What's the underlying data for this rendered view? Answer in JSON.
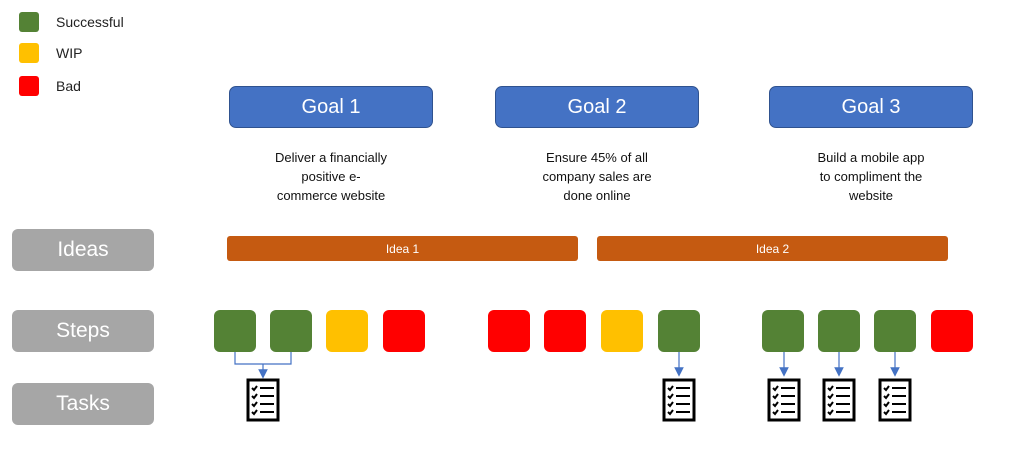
{
  "legend": [
    {
      "label": "Successful",
      "color": "#548235"
    },
    {
      "label": "WIP",
      "color": "#FFC000"
    },
    {
      "label": "Bad",
      "color": "#FF0000"
    }
  ],
  "goals": [
    {
      "title": "Goal 1",
      "desc1": "Deliver a financially",
      "desc2": "positive e-",
      "desc3": "commerce website"
    },
    {
      "title": "Goal 2",
      "desc1": "Ensure 45% of all",
      "desc2": "company sales are",
      "desc3": "done online"
    },
    {
      "title": "Goal 3",
      "desc1": "Build a mobile app",
      "desc2": "to compliment the",
      "desc3": "website"
    }
  ],
  "rows": {
    "ideas": "Ideas",
    "steps": "Steps",
    "tasks": "Tasks"
  },
  "ideas": [
    {
      "label": "Idea 1"
    },
    {
      "label": "Idea 2"
    }
  ],
  "steps": [
    {
      "status": "successful"
    },
    {
      "status": "successful"
    },
    {
      "status": "wip"
    },
    {
      "status": "bad"
    },
    {
      "status": "bad"
    },
    {
      "status": "bad"
    },
    {
      "status": "wip"
    },
    {
      "status": "successful"
    },
    {
      "status": "successful"
    },
    {
      "status": "successful"
    },
    {
      "status": "successful"
    },
    {
      "status": "bad"
    }
  ],
  "colors": {
    "successful": "#548235",
    "wip": "#FFC000",
    "bad": "#FF0000",
    "goal": "#4472C4",
    "idea": "#C55A11",
    "row_label": "#A6A6A6",
    "connector": "#4472C4"
  },
  "icons": {
    "task": "checklist-icon"
  }
}
